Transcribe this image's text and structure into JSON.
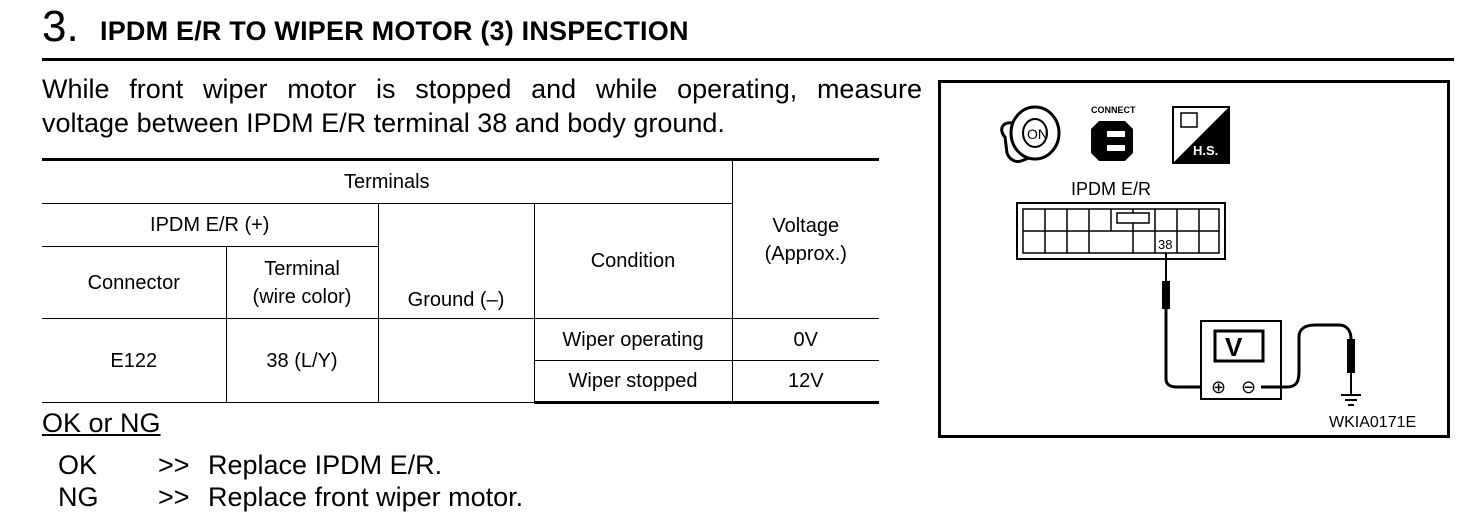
{
  "step": {
    "number": "3.",
    "title": "IPDM E/R TO WIPER MOTOR (3) INSPECTION"
  },
  "intro": {
    "line1": "While front wiper motor is stopped and while operating, measure",
    "line2": "voltage between IPDM E/R terminal 38 and body ground."
  },
  "table": {
    "terminals": "Terminals",
    "positive": "IPDM E/R (+)",
    "connector": "Connector",
    "terminal_line1": "Terminal",
    "terminal_line2": "(wire color)",
    "ground": "Ground (–)",
    "condition": "Condition",
    "voltage_line1": "Voltage",
    "voltage_line2": "(Approx.)",
    "row_connector": "E122",
    "row_terminal": "38 (L/Y)",
    "rows": [
      {
        "condition": "Wiper operating",
        "voltage": "0V"
      },
      {
        "condition": "Wiper stopped",
        "voltage": "12V"
      }
    ]
  },
  "result": {
    "label": "OK or NG",
    "items": [
      {
        "key": "OK",
        "arrow": ">>",
        "text": "Replace IPDM E/R."
      },
      {
        "key": "NG",
        "arrow": ">>",
        "text": "Replace front wiper motor."
      }
    ]
  },
  "figure": {
    "ignition_label": "ON",
    "connect_label": "CONNECT",
    "hs_label": "H.S.",
    "connector_name": "IPDM E/R",
    "terminal_number": "38",
    "meter_label": "V",
    "plus_sign": "⊕",
    "minus_sign": "⊖",
    "code": "WKIA0171E"
  }
}
